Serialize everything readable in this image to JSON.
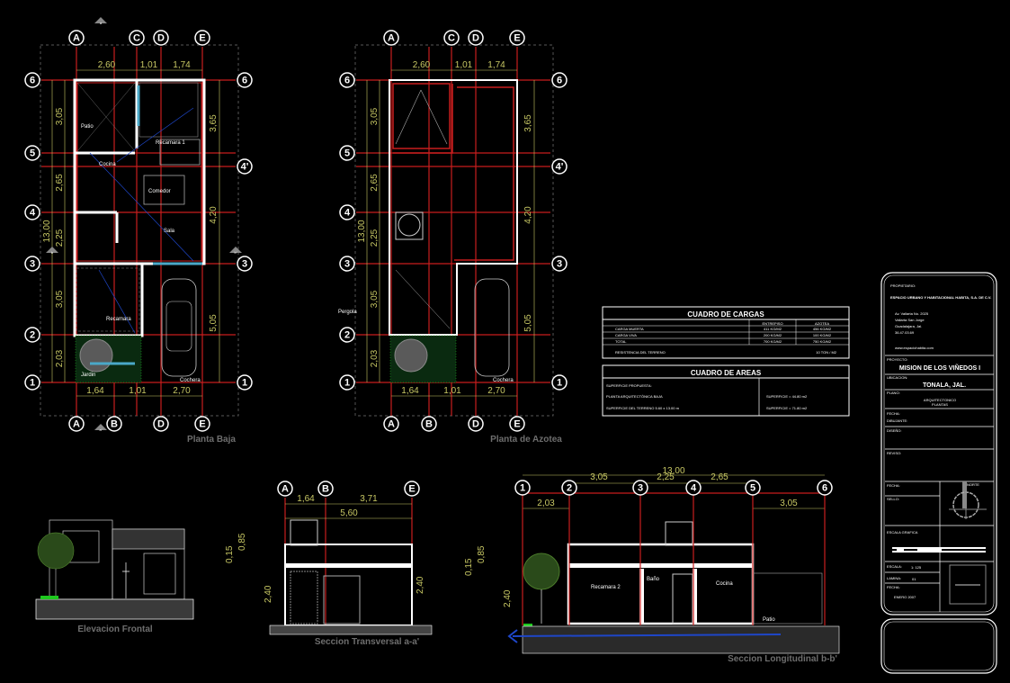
{
  "plans": [
    {
      "title": "Planta Baja",
      "cols_top": [
        "A",
        "C",
        "D",
        "E"
      ],
      "cols_bottom": [
        "A",
        "B",
        "D",
        "E"
      ],
      "rows_left": [
        "6",
        "5",
        "4",
        "3",
        "2",
        "1"
      ],
      "rows_right": [
        "6",
        "4'",
        "3",
        "1"
      ],
      "dims_top": [
        "2,60",
        "1,01",
        "1,74"
      ],
      "dims_bottom": [
        "1,64",
        "1,01",
        "2,70"
      ],
      "dims_left": [
        "3,05",
        "2,65",
        "2,25",
        "3,05",
        "2,03"
      ],
      "dims_right": [
        "3,65",
        "4,20",
        "5,05"
      ],
      "total": "13,00",
      "section_marks": [
        "a",
        "a'",
        "b",
        "b'"
      ],
      "rooms": [
        "Patio",
        "Cocina",
        "Comedor",
        "Recamara 1",
        "Sala",
        "Recamara",
        "Jardin",
        "Cochera"
      ]
    },
    {
      "title": "Planta de Azotea",
      "cols_top": [
        "A",
        "C",
        "D",
        "E"
      ],
      "cols_bottom": [
        "A",
        "B",
        "D",
        "E"
      ],
      "rows_left": [
        "6",
        "5",
        "4",
        "3",
        "2",
        "1"
      ],
      "rows_right": [
        "6",
        "4'",
        "3",
        "1"
      ],
      "dims_top": [
        "2,60",
        "1,01",
        "1,74"
      ],
      "dims_bottom": [
        "1,64",
        "1,01",
        "2,70"
      ],
      "dims_left": [
        "3,05",
        "2,65",
        "2,25",
        "3,05",
        "2,03"
      ],
      "dims_right": [
        "3,65",
        "4,20",
        "5,05"
      ],
      "total": "13,00",
      "rooms": [
        "Pergola",
        "Cochera"
      ]
    }
  ],
  "cargas": {
    "title": "CUADRO DE CARGAS",
    "headers": [
      "ENTREPISO",
      "AZOTEA"
    ],
    "rows": [
      {
        "label": "CARGA MUERTA",
        "entrepiso": "411 KG/M2",
        "azotea": "456 KG/M2"
      },
      {
        "label": "CARGA VIVA",
        "entrepiso": "200 KG/M2",
        "azotea": "100 KG/M2"
      },
      {
        "label": "TOTAL",
        "entrepiso": "700 KG/M2",
        "azotea": "750 KG/M2"
      }
    ],
    "resistencia_label": "RESISTENCIA DEL TERRENO",
    "resistencia_value": "10 TON / M2"
  },
  "areas": {
    "title": "CUADRO DE AREAS",
    "line1": "SUPERFICIE PROPUESTA:",
    "line2": "PLANTA ARQUITECTÓNICA BAJA",
    "line3": "SUPERFICIE DEL TERRENO  5.60 x 13.00 m",
    "sup1": "SUPERFICIE =  44.80 m2",
    "sup2": "SUPERFICIE =  71.80 m2"
  },
  "titleblock": {
    "owner_label": "PROPIETARIO:",
    "company": "ESPACIO URBANO Y HABITACIONAL HABITA, S.A. DE C.V.",
    "address1": "Av. Vallarta No. 2025",
    "address2": "Vallarta San Jorge",
    "address3": "Guadalajara, Jal.",
    "phone": "36.47.03.69",
    "web": "www.espaciohabita.com",
    "project_label": "PROYECTO:",
    "project": "MISION DE LOS VIÑEDOS I",
    "location_label": "UBICACION:",
    "location": "TONALA, JAL.",
    "plan_label": "PLANO:",
    "plan": "ARQUITECTONICO",
    "plan_sub": "PLANTAS",
    "date_label": "FECHA:",
    "drew_label": "DIBUJANTE:",
    "design_label": "DISEÑO:",
    "review_label": "REVISO:",
    "fecha2_label": "FECHA:",
    "sello_label": "SELLO:",
    "north_label": "NORTE",
    "scale_graphic_label": "ESCALA GRAFICA",
    "scale_label": "ESCALA:",
    "scale": "1: 125",
    "sheet_label": "LAMINA:",
    "sheet": "01",
    "fecha_label": "FECHA:",
    "fecha": "ENERO 2007"
  },
  "elevation": {
    "title": "Elevacion Frontal"
  },
  "transversal": {
    "title": "Seccion Transversal a-a'",
    "cols": [
      "A",
      "B",
      "E"
    ],
    "dims": [
      "1,64",
      "3,71"
    ],
    "total": "5,60",
    "heights": [
      "0,15",
      "0,85",
      "2,40"
    ]
  },
  "longitudinal": {
    "title": "Seccion Longitudinal b-b'",
    "cols": [
      "1",
      "2",
      "3",
      "4",
      "5",
      "6"
    ],
    "total": "13,00",
    "dims_top": [
      "3,05",
      "2,25",
      "2,65"
    ],
    "dims_low": [
      "2,03",
      "3,05"
    ],
    "heights": [
      "0,15",
      "0,85",
      "2,40"
    ],
    "rooms": [
      "Recamara 2",
      "Baño",
      "Cocina",
      "Patio"
    ]
  },
  "colors": {
    "grid": "#c81e1e",
    "dimension": "#c8c864",
    "wall": "#ffffff",
    "hatch": "#5a5a5a",
    "glass": "#4aa8c8",
    "blue": "#1e46c8",
    "garden": "#1ec81e"
  }
}
